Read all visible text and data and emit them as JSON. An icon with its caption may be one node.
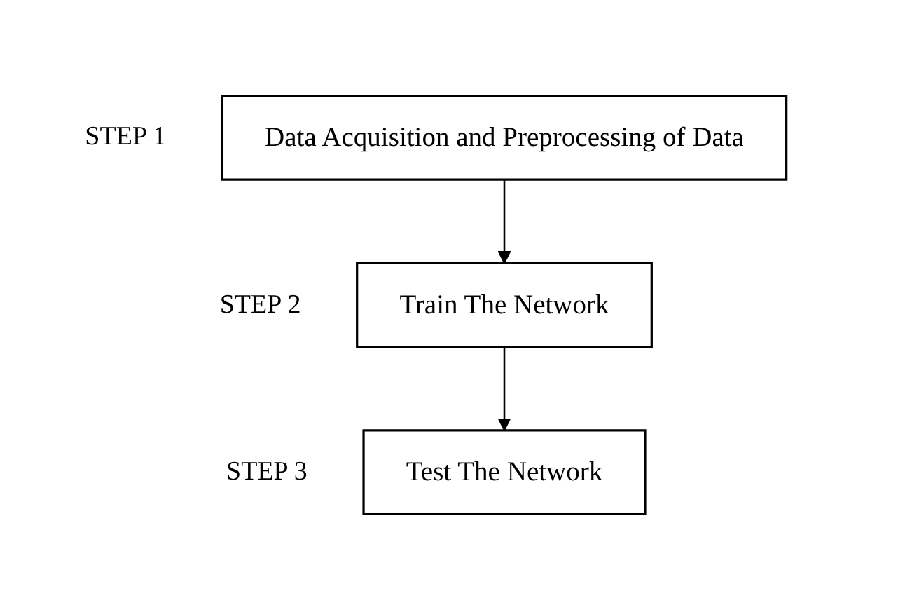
{
  "diagram": {
    "nodes": [
      {
        "text": [
          "Data Acquisition and Preprocessing of Data"
        ],
        "beside": [
          "STEP 1"
        ]
      },
      {
        "text": [
          "Train The Network"
        ],
        "beside": [
          "STEP 2"
        ]
      },
      {
        "text": [
          "Test The Network"
        ],
        "beside": [
          "STEP 3"
        ]
      }
    ],
    "edges": [
      {
        "from": 0,
        "to": 1,
        "arrow": "to"
      },
      {
        "from": 1,
        "to": 2,
        "arrow": "to"
      }
    ]
  }
}
